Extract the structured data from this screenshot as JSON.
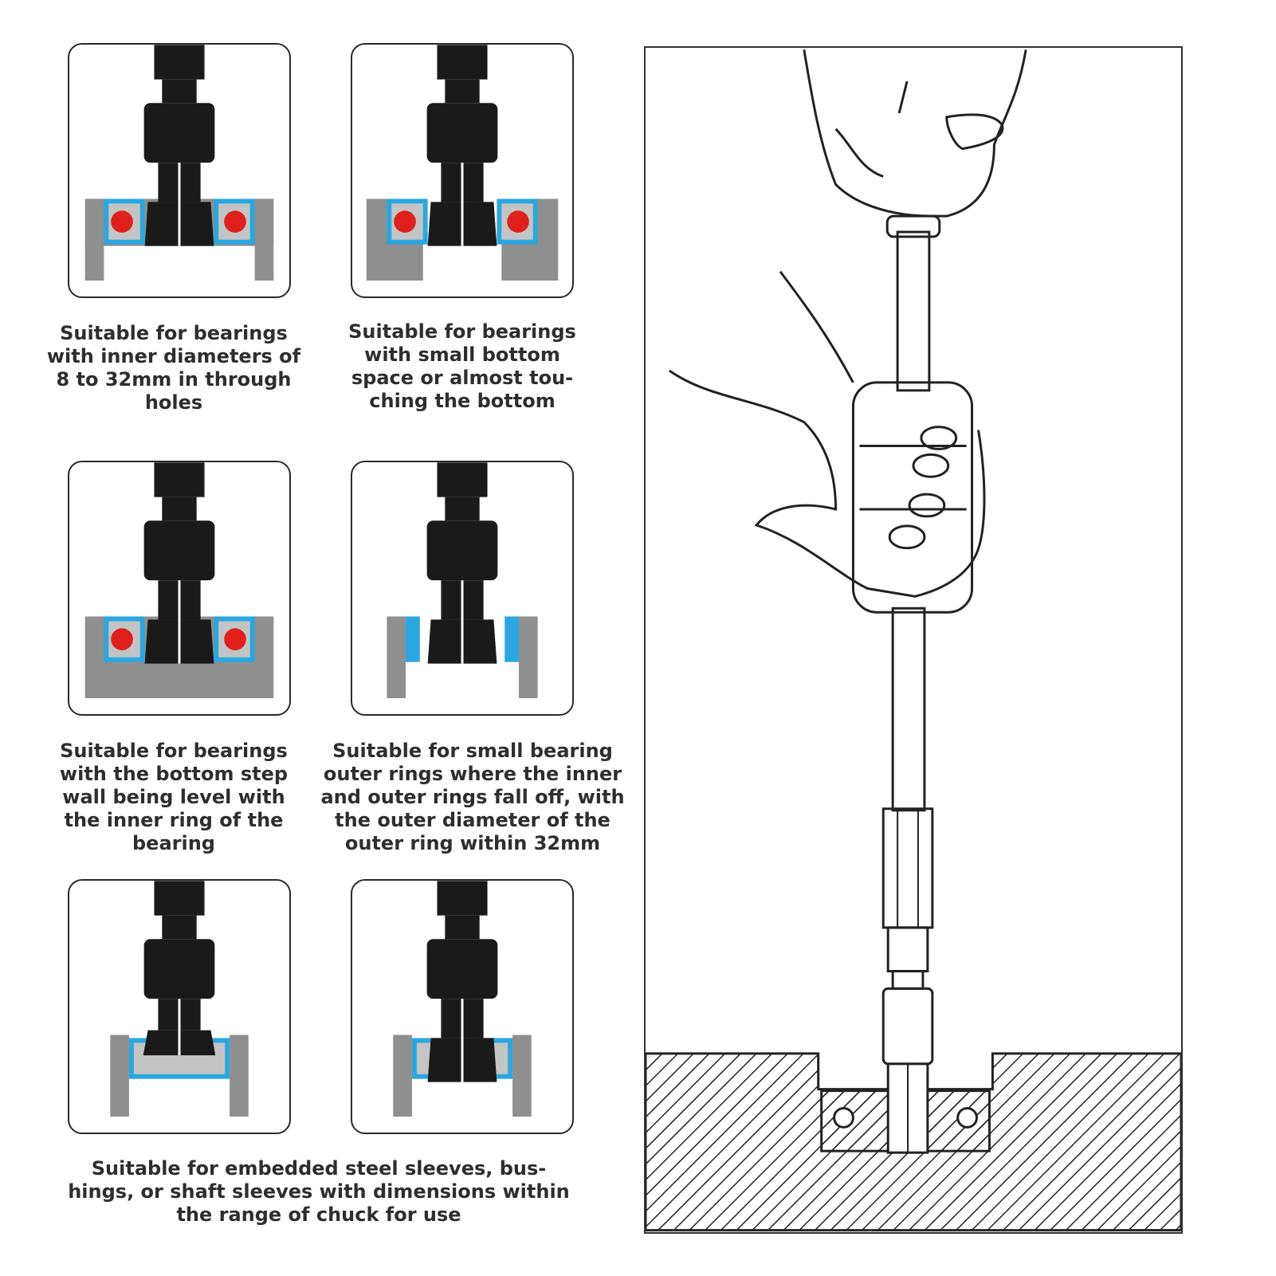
{
  "captions": {
    "panel_1": "Suitable for bearings\nwith inner diameters of\n8 to 32mm in through\nholes",
    "panel_2": "Suitable for bearings\nwith small bottom\nspace or almost tou-\nching the bottom",
    "panel_3": "Suitable for bearings\nwith the bottom step\nwall being level with\nthe inner ring of the\nbearing",
    "panel_4": "Suitable for small bearing\nouter rings where the inner\nand outer rings fall off, with\nthe outer diameter of the\nouter ring within 32mm",
    "bottom": "Suitable for embedded steel sleeves, bus-\nhings, or shaft sleeves with dimensions within\nthe range of chuck for use"
  },
  "colors": {
    "tool": "#1a1a1a",
    "housing": "#8f8f8f",
    "bearing_ring": "#2aa7e0",
    "bearing_ball": "#e0201b",
    "inner_race": "#c4c4c4",
    "outline": "#2a2a2a"
  }
}
